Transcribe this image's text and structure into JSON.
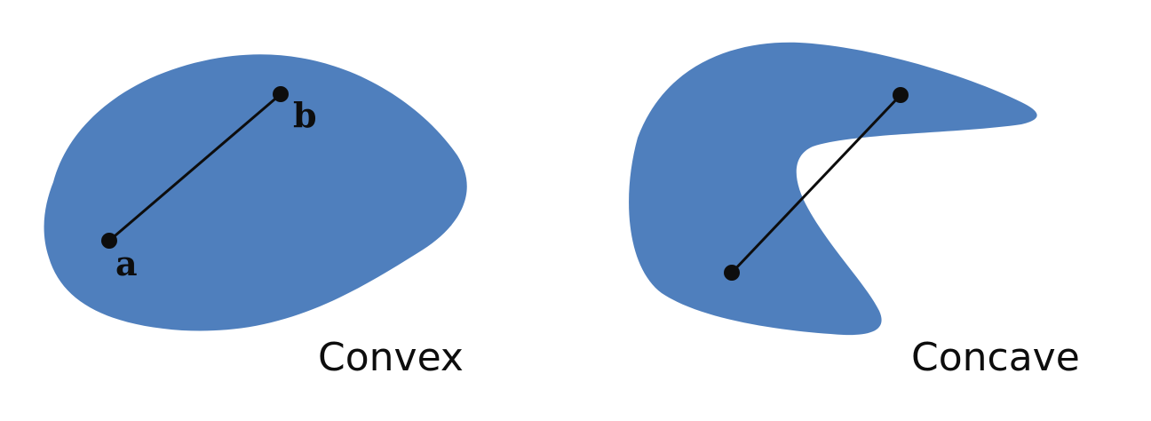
{
  "colors": {
    "shape_fill": "#4f7fbd",
    "line": "#0d0d0d",
    "text": "#0d0d0d",
    "background": "#ffffff"
  },
  "convex": {
    "caption": "Convex",
    "point_a_label": "a",
    "point_b_label": "b"
  },
  "concave": {
    "caption": "Concave"
  }
}
